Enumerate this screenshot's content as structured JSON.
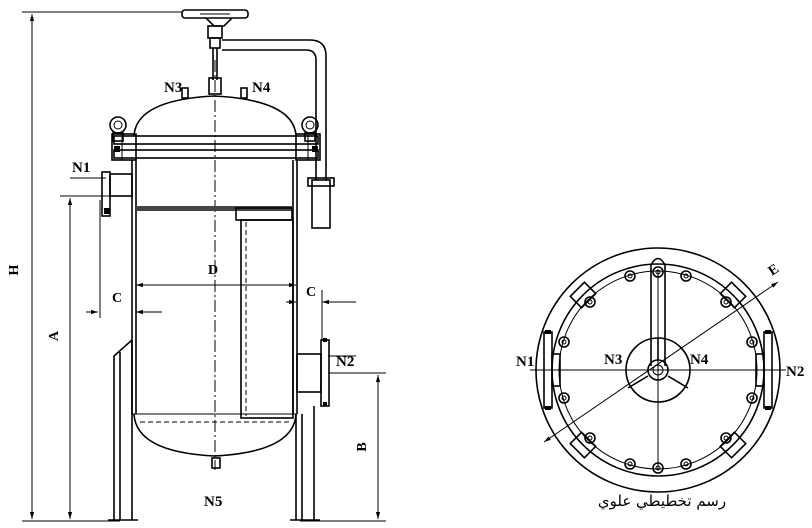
{
  "side_view": {
    "nozzles": {
      "n1": "N1",
      "n2": "N2",
      "n3": "N3",
      "n4": "N4",
      "n5": "N5"
    },
    "dimensions": {
      "h": "H",
      "a": "A",
      "b": "B",
      "c_left": "C",
      "c_right": "C",
      "d": "D"
    }
  },
  "top_view": {
    "nozzles": {
      "n1": "N1",
      "n2": "N2",
      "n3": "N3",
      "n4": "N4"
    },
    "dimensions": {
      "e": "E"
    },
    "caption": "رسم تخطيطي علوي"
  }
}
